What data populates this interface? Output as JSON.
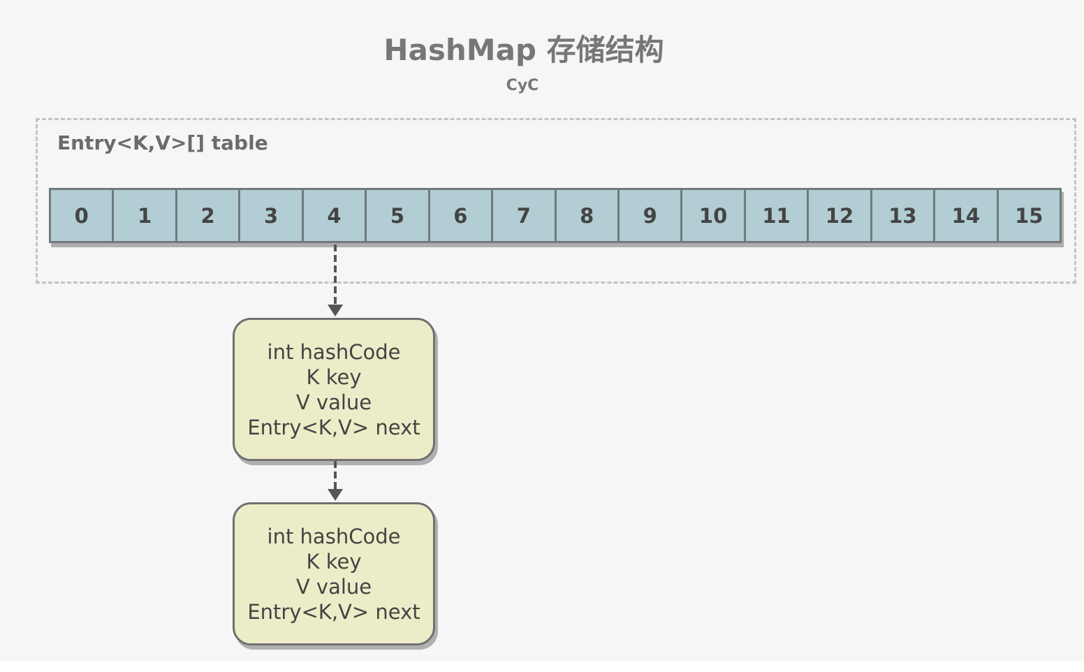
{
  "title": "HashMap 存储结构",
  "subtitle": "CyC",
  "table": {
    "label": "Entry<K,V>[] table",
    "buckets": [
      "0",
      "1",
      "2",
      "3",
      "4",
      "5",
      "6",
      "7",
      "8",
      "9",
      "10",
      "11",
      "12",
      "13",
      "14",
      "15"
    ]
  },
  "entries": [
    {
      "line1": "int hashCode",
      "line2": "K key",
      "line3": "V value",
      "line4": "Entry<K,V> next"
    },
    {
      "line1": "int hashCode",
      "line2": "K key",
      "line3": "V value",
      "line4": "Entry<K,V> next"
    }
  ],
  "colors": {
    "bucket_fill": "#b2cdd3",
    "entry_fill": "#ececc9",
    "border": "#707070",
    "text": "#444444"
  }
}
